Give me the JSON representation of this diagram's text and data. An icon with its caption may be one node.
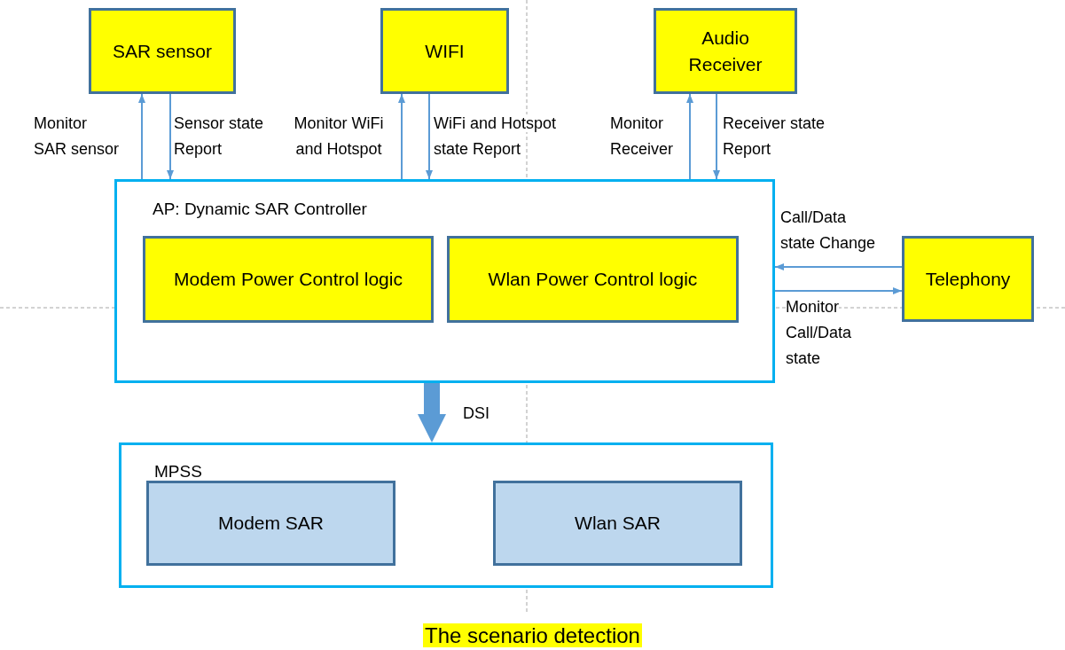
{
  "diagram": {
    "caption": "The scenario detection",
    "nodes": [
      {
        "text": [
          "SAR sensor"
        ]
      },
      {
        "text": [
          "WIFI"
        ]
      },
      {
        "text": [
          "Audio Receiver"
        ]
      },
      {
        "text": [
          "AP: Dynamic SAR Controller"
        ]
      },
      {
        "text": [
          "Modem Power Control logic"
        ],
        "in": 3
      },
      {
        "text": [
          "Wlan Power Control logic"
        ],
        "in": 3
      },
      {
        "text": [
          "Telephony"
        ]
      },
      {
        "text": [
          "MPSS"
        ]
      },
      {
        "text": [
          "Modem SAR"
        ],
        "in": 7
      },
      {
        "text": [
          "Wlan SAR"
        ],
        "in": 7
      }
    ],
    "edges": [
      {
        "from": 3,
        "to": 0,
        "arrow": "to",
        "label": "Monitor SAR sensor"
      },
      {
        "from": 0,
        "to": 3,
        "arrow": "to",
        "label": "Sensor state Report"
      },
      {
        "from": 3,
        "to": 1,
        "arrow": "to",
        "label": "Monitor WiFi and Hotspot"
      },
      {
        "from": 1,
        "to": 3,
        "arrow": "to",
        "label": "WiFi and Hotspot state Report"
      },
      {
        "from": 3,
        "to": 2,
        "arrow": "to",
        "label": "Monitor Receiver"
      },
      {
        "from": 2,
        "to": 3,
        "arrow": "to",
        "label": "Receiver state Report"
      },
      {
        "from": 6,
        "to": 3,
        "arrow": "to",
        "label": "Call/Data state Change"
      },
      {
        "from": 3,
        "to": 6,
        "arrow": "to",
        "label": "Monitor Call/Data state"
      },
      {
        "from": 3,
        "to": 7,
        "arrow": "to",
        "label": "DSI",
        "style": "thick"
      }
    ]
  }
}
